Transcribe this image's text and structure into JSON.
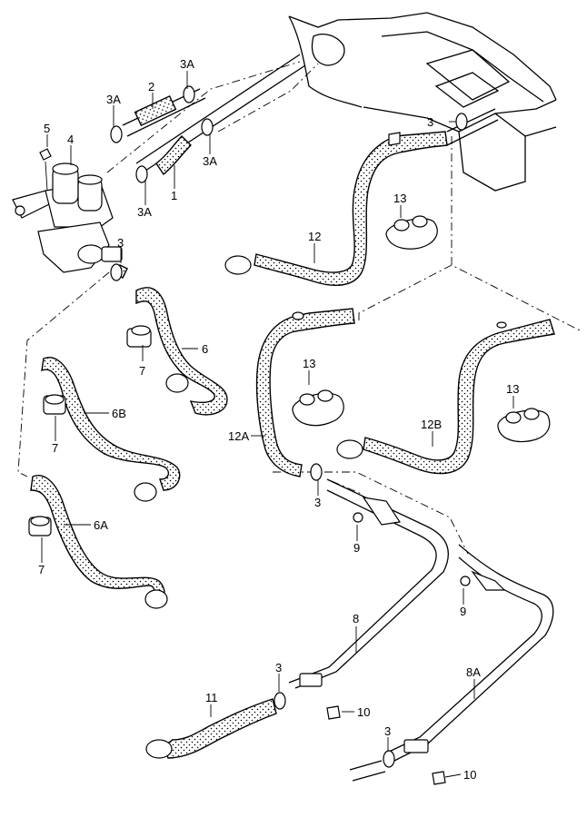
{
  "diagram": {
    "type": "exploded parts diagram",
    "subject": "heater coolant hoses and pipes",
    "callouts": {
      "c1": "1",
      "c2": "2",
      "c3a_1": "3A",
      "c3a_2": "3A",
      "c3a_3": "3A",
      "c3a_4": "3A",
      "c3_top": "3",
      "c3_valve": "3",
      "c3_mid": "3",
      "c3_low": "3",
      "c3_bottom": "3",
      "c4": "4",
      "c5": "5",
      "c6": "6",
      "c6b": "6B",
      "c6a": "6A",
      "c7_1": "7",
      "c7_2": "7",
      "c7_3": "7",
      "c8": "8",
      "c8a": "8A",
      "c9_1": "9",
      "c9_2": "9",
      "c10_1": "10",
      "c10_2": "10",
      "c11": "11",
      "c12": "12",
      "c12a": "12A",
      "c12b": "12B",
      "c13_1": "13",
      "c13_2": "13",
      "c13_3": "13"
    }
  }
}
